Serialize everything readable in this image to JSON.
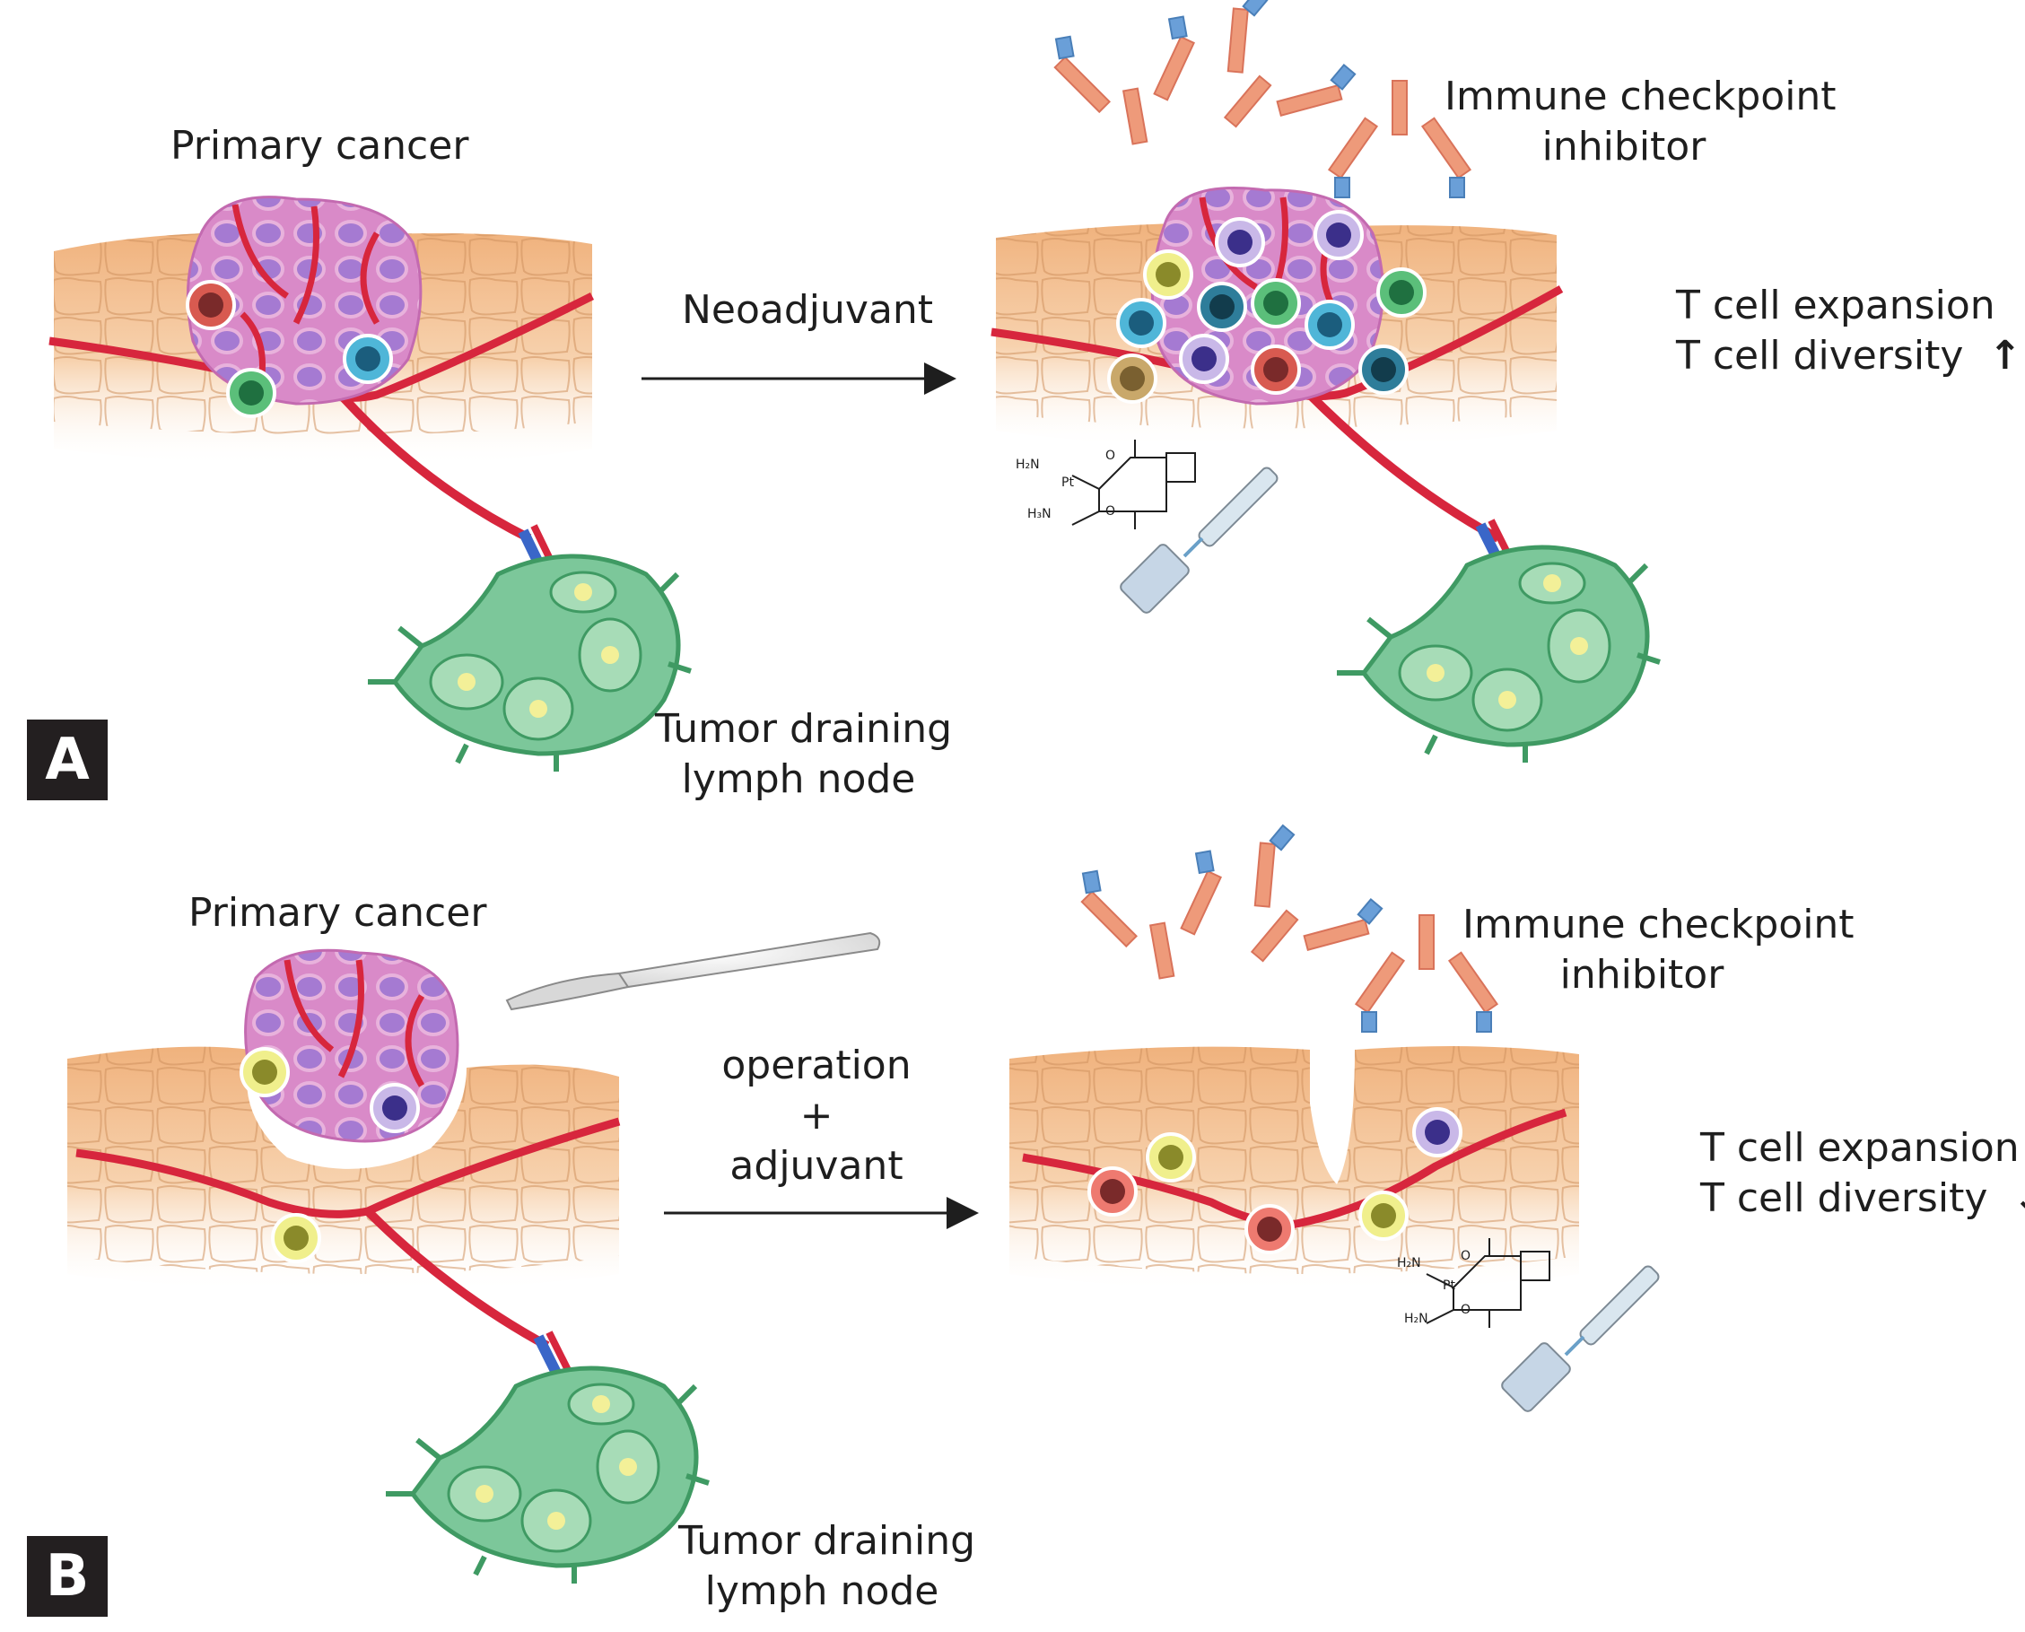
{
  "panel_a": {
    "badge": "A",
    "primary_label": "Primary cancer",
    "arrow_label": "Neoadjuvant",
    "ici_label_line1": "Immune checkpoint",
    "ici_label_line2": "inhibitor",
    "lymph_label_line1": "Tumor draining",
    "lymph_label_line2": "lymph node",
    "stat1": "T cell expansion",
    "stat2": "T cell diversity",
    "trend_symbol": "↑",
    "trend": "up",
    "drug_formula": {
      "n1": "H₂N",
      "n2": "H₃N",
      "pt": "Pt",
      "o": "O"
    }
  },
  "panel_b": {
    "badge": "B",
    "primary_label": "Primary cancer",
    "arrow_label_line1": "operation",
    "arrow_label_line2": "+",
    "arrow_label_line3": "adjuvant",
    "ici_label_line1": "Immune checkpoint",
    "ici_label_line2": "inhibitor",
    "lymph_label_line1": "Tumor draining",
    "lymph_label_line2": "lymph node",
    "stat1": "T cell expansion",
    "stat2": "T cell diversity",
    "trend_symbol": "↓",
    "trend": "down",
    "drug_formula": {
      "n1": "H₂N",
      "n2": "H₂N",
      "pt": "Pt",
      "o": "O"
    }
  },
  "colors": {
    "tissue": "#f2b98a",
    "tissue_line": "#c98a5a",
    "vessel": "#d7263d",
    "tumor": "#d98ac8",
    "tumor_cell": "#a07ad0",
    "lymph": "#7cc79a",
    "lymph_dark": "#3f9a63",
    "antibody": "#ee9a7a",
    "antibody_tip": "#6a9fd8"
  }
}
